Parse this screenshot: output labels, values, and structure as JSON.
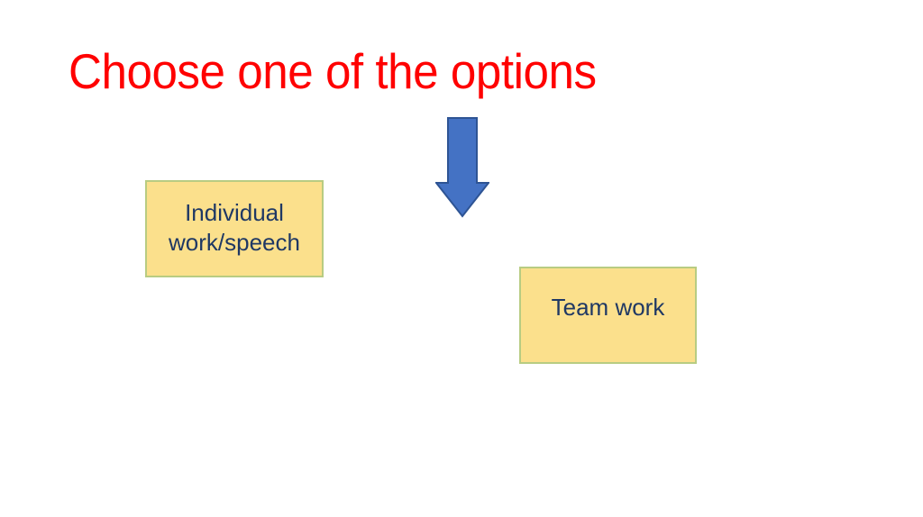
{
  "slide": {
    "title": "Choose one of the options",
    "background_color": "#FFFFFF",
    "title_color": "#FF0000"
  },
  "options": [
    {
      "id": "individual",
      "label": "Individual work/speech",
      "fill_color": "#FBE08C",
      "border_color": "#B8CC82",
      "text_color": "#1F3864"
    },
    {
      "id": "team",
      "label": "Team work",
      "fill_color": "#FBE08C",
      "border_color": "#B8CC82",
      "text_color": "#1F3864"
    }
  ],
  "arrow": {
    "name": "down-arrow",
    "direction": "down",
    "fill_color": "#4472C4",
    "outline_color": "#2E5494"
  }
}
